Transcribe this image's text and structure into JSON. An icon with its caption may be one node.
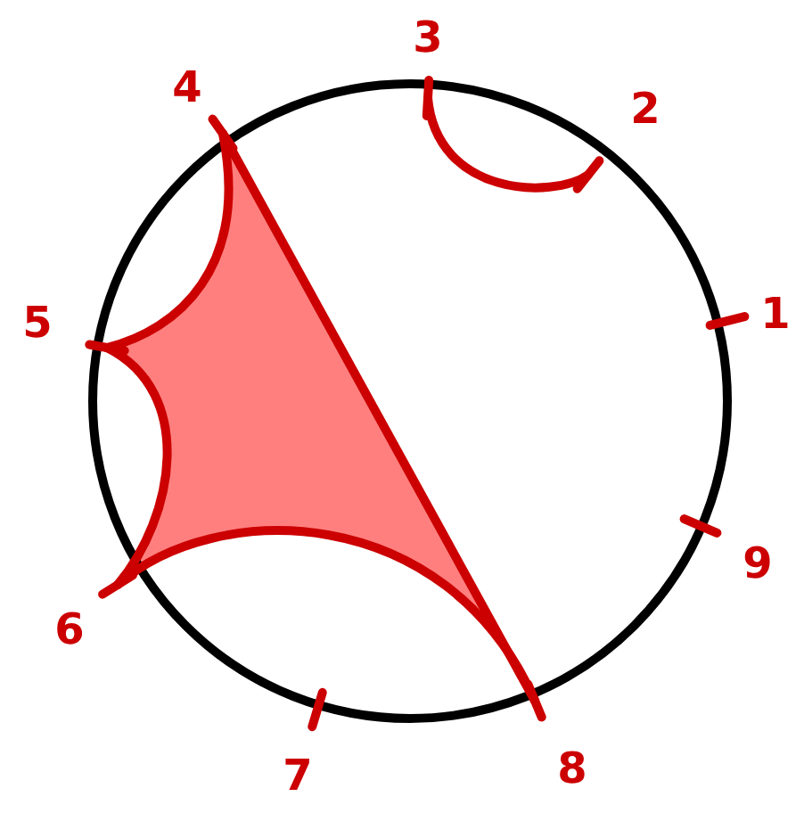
{
  "diagram": {
    "nodes": [
      {
        "text": [
          "3"
        ]
      },
      {
        "text": [
          "4"
        ]
      },
      {
        "text": [
          "2"
        ]
      },
      {
        "text": [
          "5"
        ]
      },
      {
        "text": [
          "6"
        ]
      },
      {
        "text": [
          "8"
        ]
      }
    ],
    "edges": [
      {
        "from": 0,
        "to": 2,
        "arrow": "none"
      },
      {
        "from": 1,
        "to": 3,
        "arrow": "none"
      },
      {
        "from": 3,
        "to": 4,
        "arrow": "none"
      },
      {
        "from": 4,
        "to": 5,
        "arrow": "none"
      },
      {
        "from": 1,
        "to": 5,
        "arrow": "none"
      }
    ],
    "labels": [
      "1",
      "9",
      "7"
    ]
  }
}
